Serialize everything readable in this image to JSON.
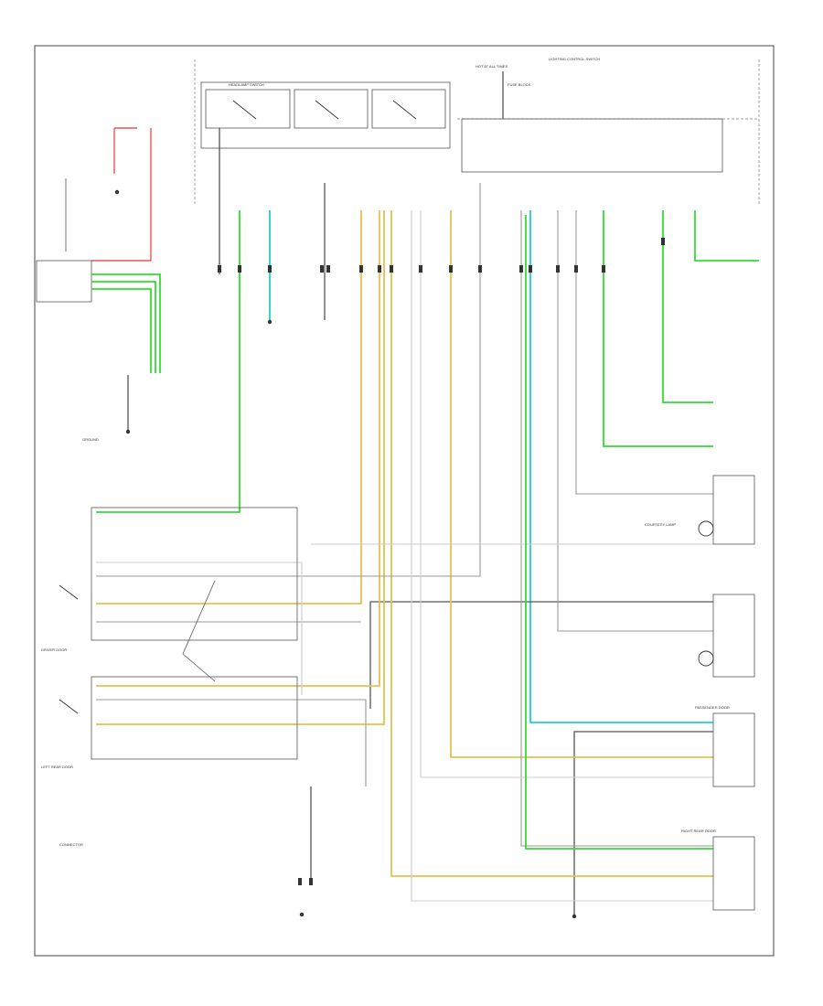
{
  "diagram_code": "",
  "labels": {
    "hot_at_all_times": "HOT AT ALL TIMES",
    "fuse_block": "FUSE BLOCK",
    "body_control_module_top": "LIGHTING CONTROL SWITCH",
    "headlamp_switch": "HEADLAMP SWITCH",
    "door_switch_left": "DRIVER DOOR",
    "door_switch_right": "PASSENGER DOOR",
    "ground_g": "GROUND",
    "courtesy_lamp": "COURTESY LAMP",
    "rear_door_left": "LEFT REAR DOOR",
    "rear_door_right": "RIGHT REAR DOOR",
    "legend_note": "CONNECTOR"
  }
}
